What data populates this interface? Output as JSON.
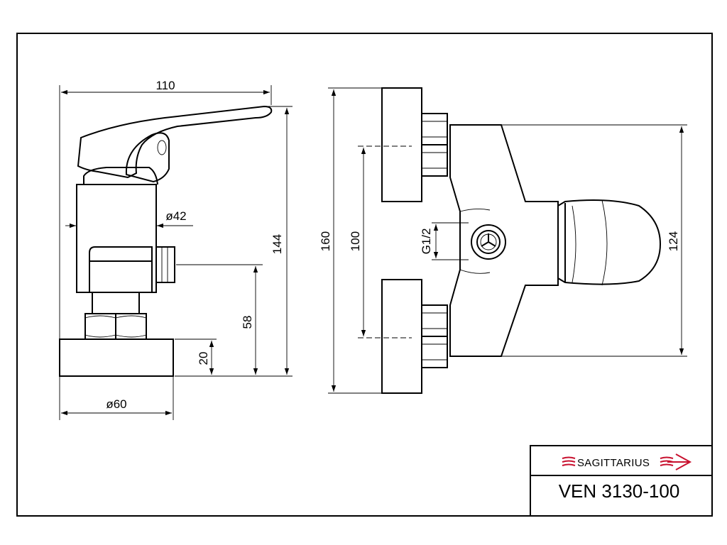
{
  "side_view": {
    "width_dim": "110",
    "height_dim": "144",
    "handle_dia": "ø42",
    "outlet_height": "58",
    "base_height": "20",
    "base_dia": "ø60"
  },
  "front_view": {
    "total_height": "160",
    "connection_spacing": "100",
    "thread": "G1/2",
    "body_height": "124"
  },
  "title_block": {
    "brand": "SAGITTARIUS",
    "model": "VEN 3130-100",
    "brand_color": "#c8102e"
  }
}
